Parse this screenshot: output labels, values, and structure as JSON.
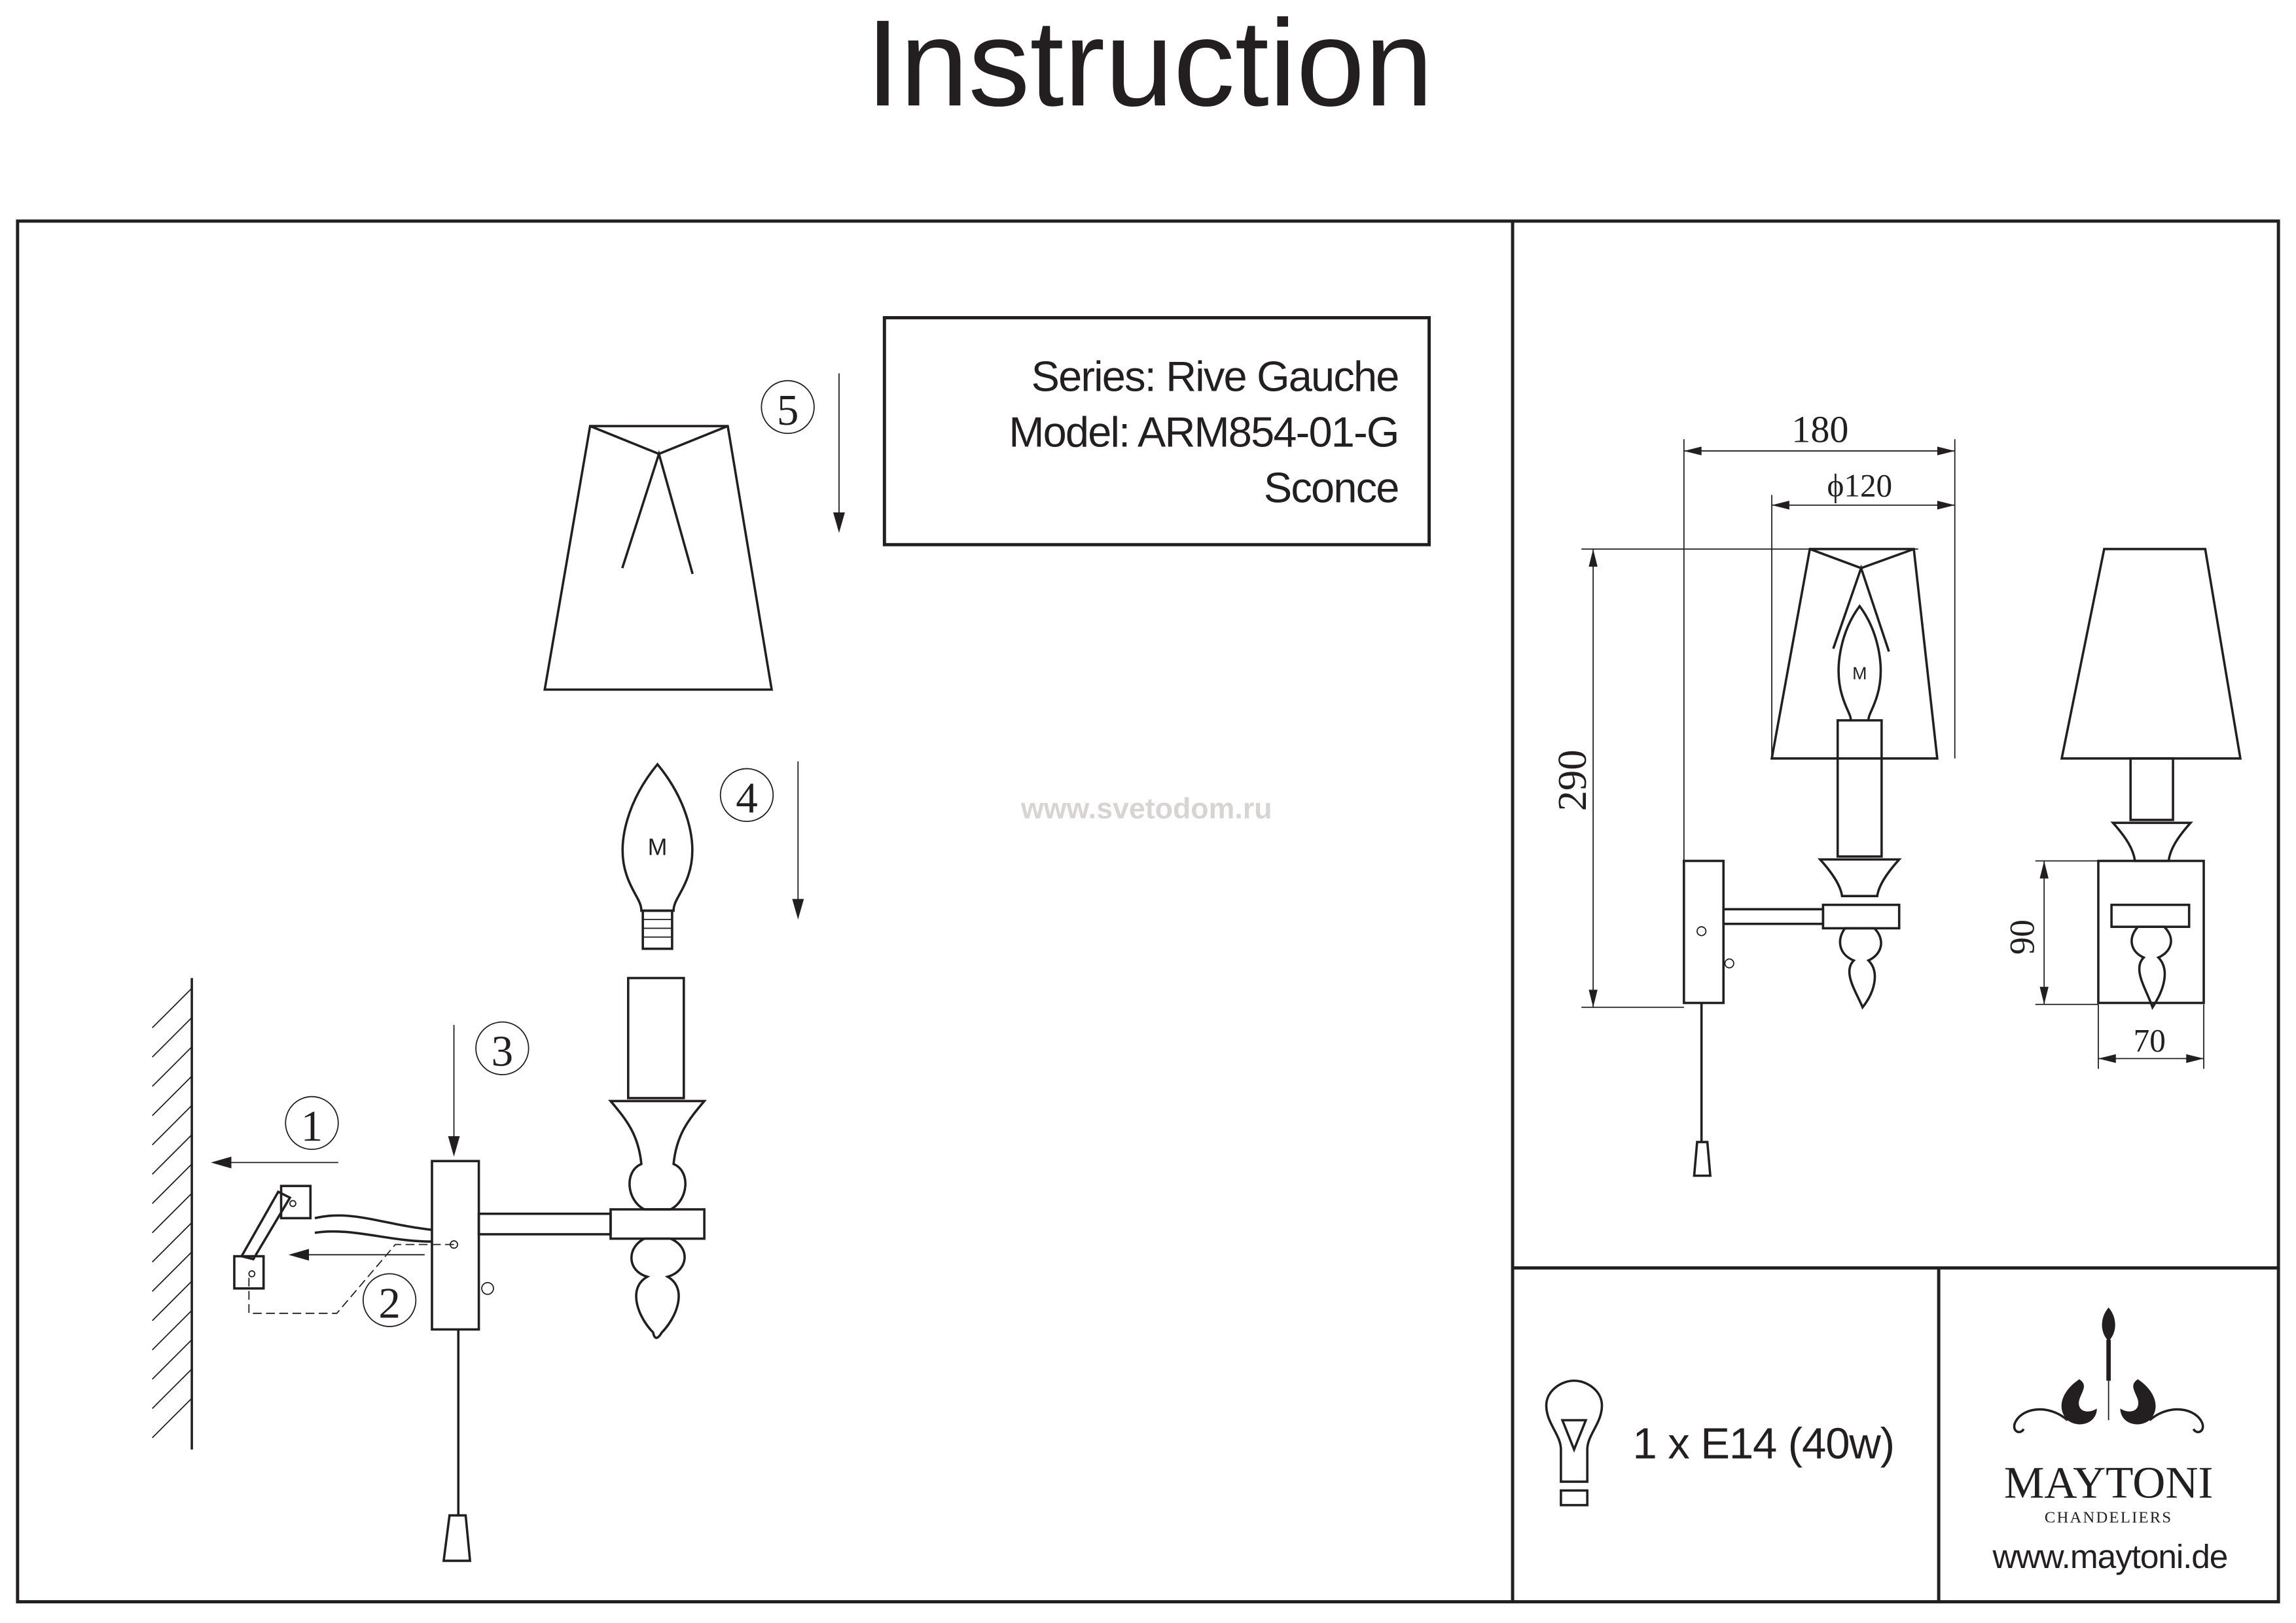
{
  "title": "Instruction",
  "info_box": {
    "series": "Series: Rive Gauche",
    "model": "Model: ARM854-01-G",
    "type": "Sconce"
  },
  "watermark": "www.svetodom.ru",
  "steps": [
    "1",
    "2",
    "3",
    "4",
    "5"
  ],
  "dimensions": {
    "width": "180",
    "shade_diameter": "ϕ120",
    "height": "290",
    "plate_height": "90",
    "plate_width": "70"
  },
  "bulb_spec": "1 x E14 (40w)",
  "logo": {
    "brand": "MAYTONI",
    "subtitle": "CHANDELIERS",
    "website": "www.maytoni.de"
  },
  "colors": {
    "ink": "#231f20",
    "watermark": "#d9d4d4"
  }
}
